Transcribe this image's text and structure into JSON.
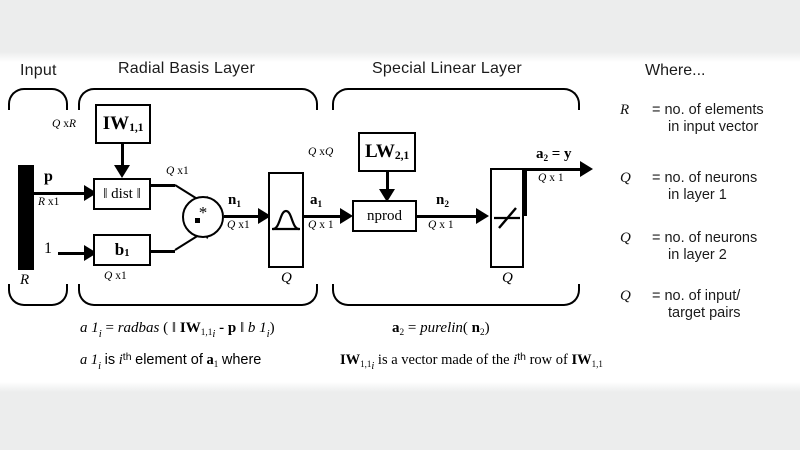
{
  "diagram": {
    "title": "GRNN block diagram",
    "sections": [
      {
        "id": "input",
        "label": "Input"
      },
      {
        "id": "radial-basis",
        "label": "Radial Basis Layer"
      },
      {
        "id": "special-linear",
        "label": "Special Linear Layer"
      }
    ],
    "blocks": [
      {
        "id": "iw",
        "label": "IW",
        "subscript": "1,1"
      },
      {
        "id": "dist",
        "label": "‖ dist ‖",
        "subscript": ""
      },
      {
        "id": "bias1",
        "label": "b",
        "subscript": "1"
      },
      {
        "id": "radbas",
        "label": "radbas-transfer-icon",
        "subscript": ""
      },
      {
        "id": "lw",
        "label": "LW",
        "subscript": "2,1"
      },
      {
        "id": "nprod",
        "label": "nprod",
        "subscript": ""
      },
      {
        "id": "purelin",
        "label": "purelin-transfer-icon",
        "subscript": ""
      }
    ],
    "signals": [
      {
        "id": "p",
        "label": "p",
        "subscript": "",
        "dim": "R x1"
      },
      {
        "id": "one",
        "label": "1",
        "subscript": "",
        "dim": ""
      },
      {
        "id": "n1",
        "label": "n",
        "subscript": "1",
        "dim": "Q x1"
      },
      {
        "id": "a1",
        "label": "a",
        "subscript": "1",
        "dim": "Q x1"
      },
      {
        "id": "n2",
        "label": "n",
        "subscript": "2",
        "dim": "Q x1"
      },
      {
        "id": "a2",
        "label": "a",
        "subscript": "2",
        "dim": "Q x 1",
        "equals": "= y"
      }
    ],
    "dimension_labels": {
      "iw_in": "Q xR",
      "dist_out": "Q x1",
      "bias1_out": "Q x1",
      "lw_in": "Q xQ",
      "n1": "Q x1",
      "a1": "Q x 1",
      "n2": "Q x 1",
      "a2": "Q x 1"
    },
    "neuron_counts": {
      "input": "R",
      "layer1": "Q",
      "layer2": "Q"
    },
    "operator": {
      "id": "dot-star",
      "symbol": "*",
      "dot": "."
    }
  },
  "where": {
    "title": "Where...",
    "entries": [
      {
        "symbol": "R",
        "line1": "= no. of elements",
        "line2": "in input vector"
      },
      {
        "symbol": "Q",
        "line1": "= no. of neurons",
        "line2": "in layer 1"
      },
      {
        "symbol": "Q",
        "line1": "= no. of neurons",
        "line2": "in layer 2"
      },
      {
        "symbol": "Q",
        "line1": "= no. of input/",
        "line2": "target pairs"
      }
    ]
  },
  "equations": {
    "radbas_eq": "a 1 = radbas ( || IW1,1 - p || b 1)",
    "purelin_eq": "a2 = purelin( n2)",
    "note_left": "a 1 is i th element of a1 where",
    "note_right": "IW1,1 is a vector made of the i th row of IW1,1"
  }
}
